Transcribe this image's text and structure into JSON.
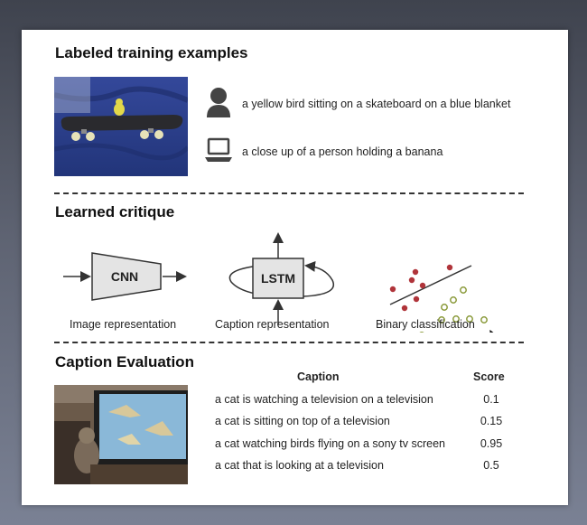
{
  "sections": {
    "training": {
      "title": "Labeled training examples",
      "examples": [
        {
          "icon": "person-icon",
          "caption": "a yellow bird sitting on a skateboard on a blue blanket"
        },
        {
          "icon": "laptop-icon",
          "caption": "a close up of a person holding a banana"
        }
      ]
    },
    "critique": {
      "title": "Learned critique",
      "blocks": [
        {
          "box_label": "CNN",
          "caption": "Image representation"
        },
        {
          "box_label": "LSTM",
          "caption": "Caption representation"
        },
        {
          "box_label": "",
          "caption": "Binary classification"
        }
      ]
    },
    "evaluation": {
      "title": "Caption Evaluation",
      "headers": {
        "caption": "Caption",
        "score": "Score"
      },
      "rows": [
        {
          "caption": "a cat is watching a television on a television",
          "score": "0.1"
        },
        {
          "caption": "a cat is sitting on top of a television",
          "score": "0.15"
        },
        {
          "caption": "a cat watching birds flying on a sony tv screen",
          "score": "0.95"
        },
        {
          "caption": "a cat that is looking at a television",
          "score": "0.5"
        }
      ]
    }
  },
  "colors": {
    "blanket": "#2b3f8a",
    "red_dot": "#b0343a",
    "green_dot": "#8a9a3a"
  }
}
